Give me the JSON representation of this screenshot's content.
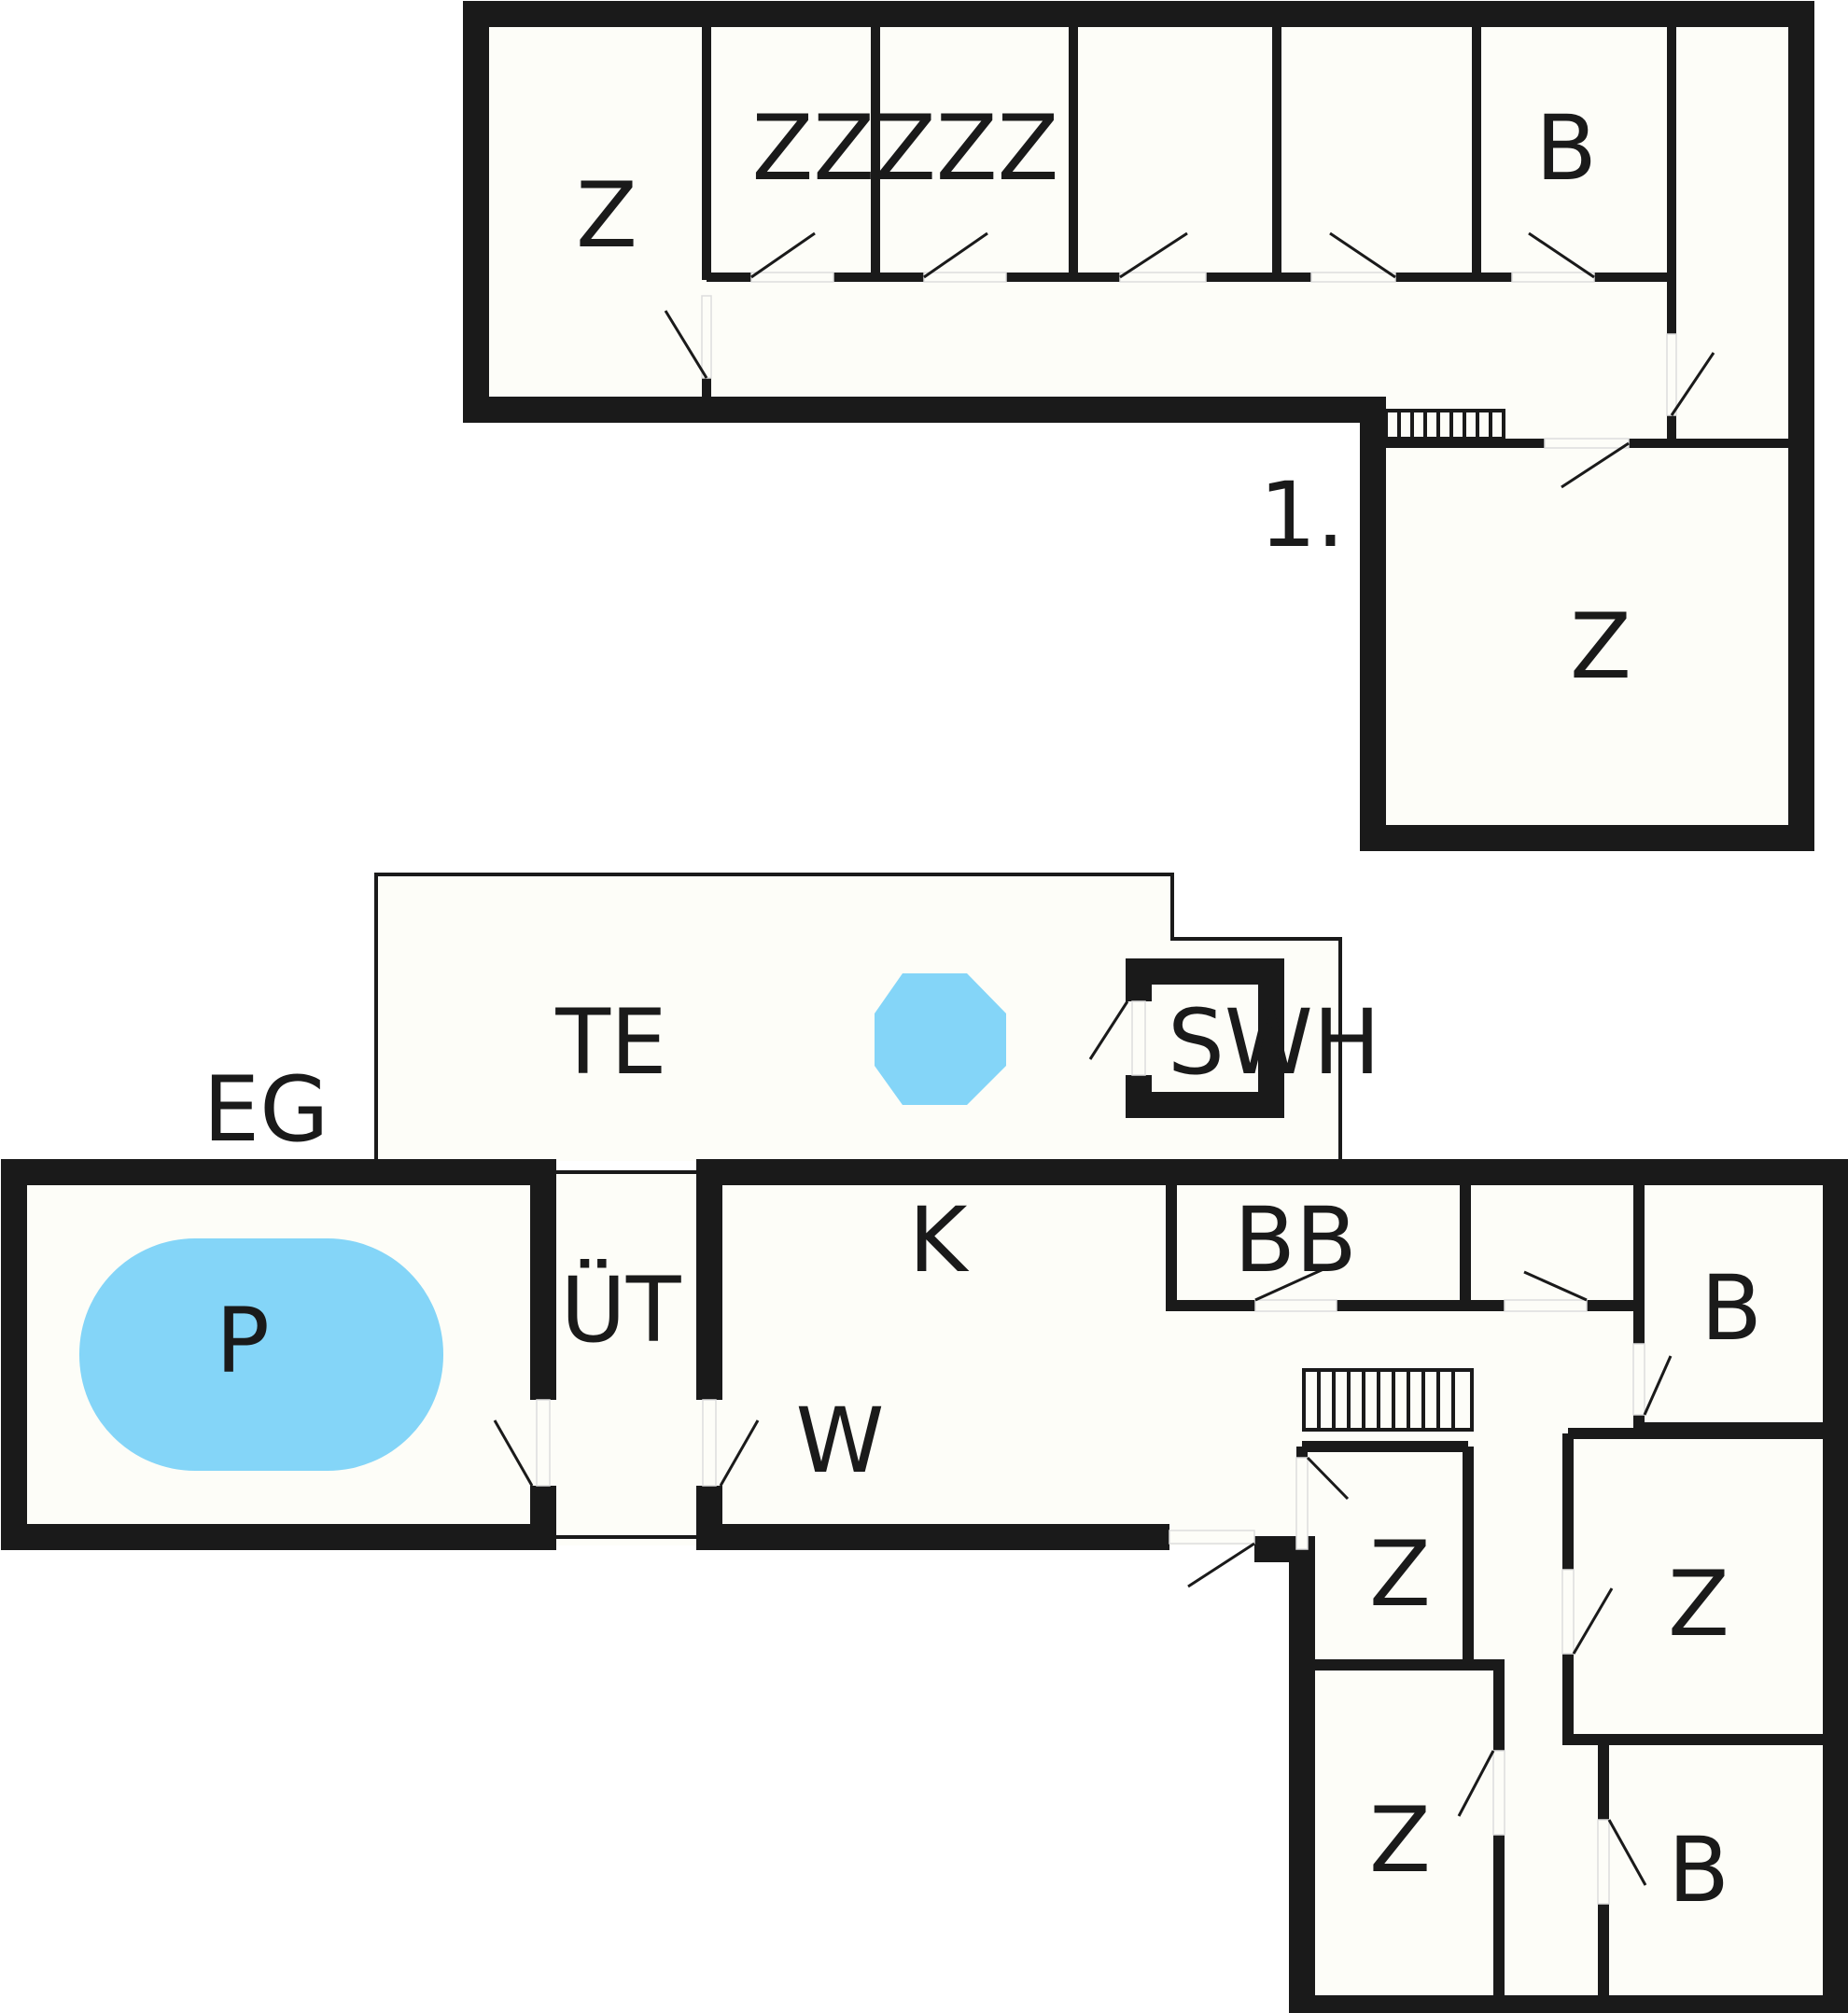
{
  "floor_upper": {
    "level_label": "1.",
    "rooms": [
      {
        "id": "upper-z-left",
        "label": "Z"
      },
      {
        "id": "upper-zzzzz",
        "label": "ZZZZZ"
      },
      {
        "id": "upper-b",
        "label": "B"
      },
      {
        "id": "upper-z-bottom",
        "label": "Z"
      }
    ]
  },
  "floor_ground": {
    "level_label": "EG",
    "rooms": [
      {
        "id": "te",
        "label": "TE"
      },
      {
        "id": "swh",
        "label": "SWH"
      },
      {
        "id": "p",
        "label": "P"
      },
      {
        "id": "ut",
        "label": "ÜT"
      },
      {
        "id": "k",
        "label": "K"
      },
      {
        "id": "bb",
        "label": "BB"
      },
      {
        "id": "w",
        "label": "W"
      },
      {
        "id": "b-right-top",
        "label": "B"
      },
      {
        "id": "z-mid-left",
        "label": "Z"
      },
      {
        "id": "z-mid-right",
        "label": "Z"
      },
      {
        "id": "z-bottom-left",
        "label": "Z"
      },
      {
        "id": "b-bottom-right",
        "label": "B"
      }
    ]
  },
  "colors": {
    "wall": "#1a1a1a",
    "floor": "#fdfdf8",
    "water": "#84d5f8"
  }
}
